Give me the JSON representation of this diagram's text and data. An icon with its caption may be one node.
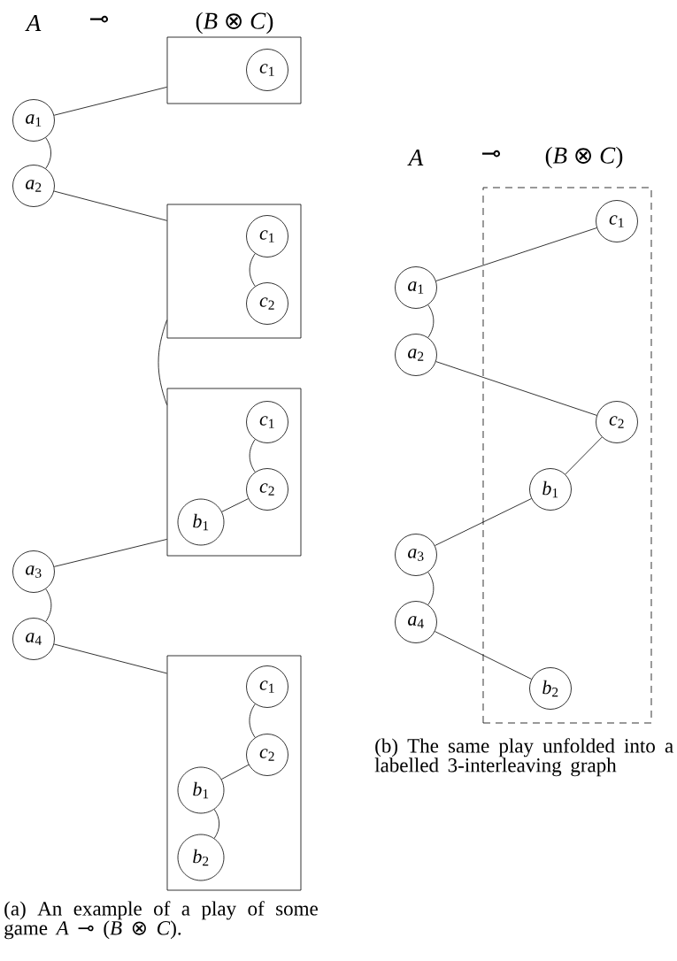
{
  "diagram": {
    "nodes": [
      {
        "text": [],
        "shape": "box"
      },
      {
        "text": [
          "*c*$_{1}$"
        ],
        "in": 0
      },
      {
        "text": [
          "*a*$_{1}$"
        ]
      },
      {
        "text": [
          "*a*$_{2}$"
        ]
      },
      {
        "text": [],
        "shape": "box"
      },
      {
        "text": [
          "*c*$_{1}$"
        ],
        "in": 4
      },
      {
        "text": [
          "*c*$_{2}$"
        ],
        "in": 4
      },
      {
        "text": [],
        "shape": "box"
      },
      {
        "text": [
          "*c*$_{1}$"
        ],
        "in": 7
      },
      {
        "text": [
          "*c*$_{2}$"
        ],
        "in": 7
      },
      {
        "text": [
          "*b*$_{1}$"
        ],
        "in": 7
      },
      {
        "text": [
          "*a*$_{3}$"
        ]
      },
      {
        "text": [
          "*a*$_{4}$"
        ]
      },
      {
        "text": [],
        "shape": "box"
      },
      {
        "text": [
          "*c*$_{1}$"
        ],
        "in": 13
      },
      {
        "text": [
          "*c*$_{2}$"
        ],
        "in": 13
      },
      {
        "text": [
          "*b*$_{1}$"
        ],
        "in": 13
      },
      {
        "text": [
          "*b*$_{2}$"
        ],
        "in": 13
      },
      {
        "text": [],
        "shape": "box"
      },
      {
        "text": [
          "*c*$_{1}$"
        ],
        "in": 18
      },
      {
        "text": [
          "*a*$_{1}$"
        ]
      },
      {
        "text": [
          "*a*$_{2}$"
        ]
      },
      {
        "text": [
          "*c*$_{2}$"
        ],
        "in": 18
      },
      {
        "text": [
          "*b*$_{1}$"
        ],
        "in": 18
      },
      {
        "text": [
          "*a*$_{3}$"
        ]
      },
      {
        "text": [
          "*a*$_{4}$"
        ]
      },
      {
        "text": [
          "*b*$_{2}$"
        ],
        "in": 18
      }
    ],
    "edges": [
      {
        "from": 2,
        "to": 0,
        "arrow": "none"
      },
      {
        "from": 2,
        "to": 3,
        "arrow": "none"
      },
      {
        "from": 3,
        "to": 4,
        "arrow": "none"
      },
      {
        "from": 5,
        "to": 6,
        "arrow": "none"
      },
      {
        "from": 4,
        "to": 7,
        "arrow": "none"
      },
      {
        "from": 8,
        "to": 9,
        "arrow": "none"
      },
      {
        "from": 9,
        "to": 10,
        "arrow": "none"
      },
      {
        "from": 11,
        "to": 7,
        "arrow": "none"
      },
      {
        "from": 11,
        "to": 12,
        "arrow": "none"
      },
      {
        "from": 12,
        "to": 13,
        "arrow": "none"
      },
      {
        "from": 14,
        "to": 15,
        "arrow": "none"
      },
      {
        "from": 15,
        "to": 16,
        "arrow": "none"
      },
      {
        "from": 16,
        "to": 17,
        "arrow": "none"
      },
      {
        "from": 20,
        "to": 19,
        "arrow": "none"
      },
      {
        "from": 20,
        "to": 21,
        "arrow": "none"
      },
      {
        "from": 21,
        "to": 22,
        "arrow": "none"
      },
      {
        "from": 22,
        "to": 23,
        "arrow": "none"
      },
      {
        "from": 23,
        "to": 24,
        "arrow": "none"
      },
      {
        "from": 24,
        "to": 25,
        "arrow": "none"
      },
      {
        "from": 25,
        "to": 26,
        "arrow": "none"
      }
    ],
    "labels": [
      "A",
      "⊸",
      "(*B* ⊗ *C*)",
      "(a) An example of a play of some game *A* ⊸ (*B* ⊗ *C*).",
      "A",
      "⊸",
      "(*B* ⊗ *C*)",
      "(b) The same play unfolded into a labelled 3-interleaving graph"
    ]
  }
}
